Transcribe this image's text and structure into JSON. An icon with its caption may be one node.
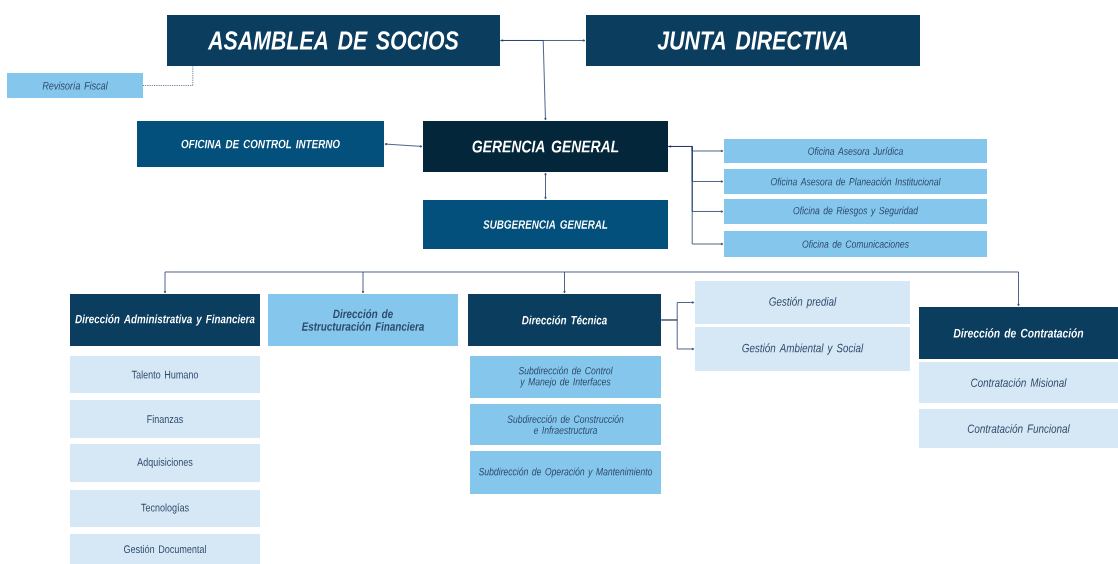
{
  "diagram": {
    "nodes": [
      {
        "text": [
          "ASAMBLEA DE SOCIOS"
        ]
      },
      {
        "text": [
          "JUNTA DIRECTIVA"
        ]
      },
      {
        "text": [
          "Revisoría Fiscal"
        ]
      },
      {
        "text": [
          "GERENCIA GENERAL"
        ]
      },
      {
        "text": [
          "OFICINA DE CONTROL INTERNO"
        ]
      },
      {
        "text": [
          "SUBGERENCIA GENERAL"
        ]
      },
      {
        "text": [
          "Oficina Asesora Jurídica"
        ]
      },
      {
        "text": [
          "Oficina Asesora  de Planeación Institucional"
        ]
      },
      {
        "text": [
          "Oficina de Riesgos y Seguridad"
        ]
      },
      {
        "text": [
          "Oficina de Comunicaciones"
        ]
      },
      {
        "text": [
          "Dirección Administrativa y Financiera"
        ]
      },
      {
        "text": [
          "Talento Humano"
        ]
      },
      {
        "text": [
          "Finanzas"
        ]
      },
      {
        "text": [
          "Adquisiciones"
        ]
      },
      {
        "text": [
          "Tecnologías"
        ]
      },
      {
        "text": [
          "Gestión Documental"
        ]
      },
      {
        "text": [
          "Dirección de Estructuración Financiera"
        ]
      },
      {
        "text": [
          "Dirección Técnica"
        ]
      },
      {
        "text": [
          "Subdirección de Control y Manejo de Interfaces"
        ]
      },
      {
        "text": [
          "Subdirección de Construcción e Infraestructura"
        ]
      },
      {
        "text": [
          "Subdirección de Operación y Mantenimiento"
        ]
      },
      {
        "text": [
          "Gestión predial"
        ]
      },
      {
        "text": [
          "Gestión Ambiental y Social"
        ]
      },
      {
        "text": [
          "Dirección de Contratación"
        ]
      },
      {
        "text": [
          "Contratación Misional"
        ]
      },
      {
        "text": [
          "Contratación Funcional"
        ]
      }
    ],
    "edges": [
      {
        "from": 0,
        "to": 1,
        "arrow": "both"
      },
      {
        "from": 0,
        "to": 3,
        "arrow": "to"
      },
      {
        "from": 2,
        "to": 0,
        "arrow": "none",
        "style": "dashed"
      },
      {
        "from": 3,
        "to": 4,
        "arrow": "both"
      },
      {
        "from": 3,
        "to": 5,
        "arrow": "both"
      },
      {
        "from": 3,
        "to": 6,
        "arrow": "both"
      },
      {
        "from": 3,
        "to": 7,
        "arrow": "to"
      },
      {
        "from": 3,
        "to": 8,
        "arrow": "to"
      },
      {
        "from": 3,
        "to": 9,
        "arrow": "to"
      },
      {
        "from": null,
        "to": 10,
        "arrow": "to"
      },
      {
        "from": null,
        "to": 16,
        "arrow": "to"
      },
      {
        "from": null,
        "to": 17,
        "arrow": "to"
      },
      {
        "from": null,
        "to": 23,
        "arrow": "to"
      },
      {
        "from": 17,
        "to": 21,
        "arrow": "to"
      },
      {
        "from": 17,
        "to": 22,
        "arrow": "to"
      }
    ]
  }
}
